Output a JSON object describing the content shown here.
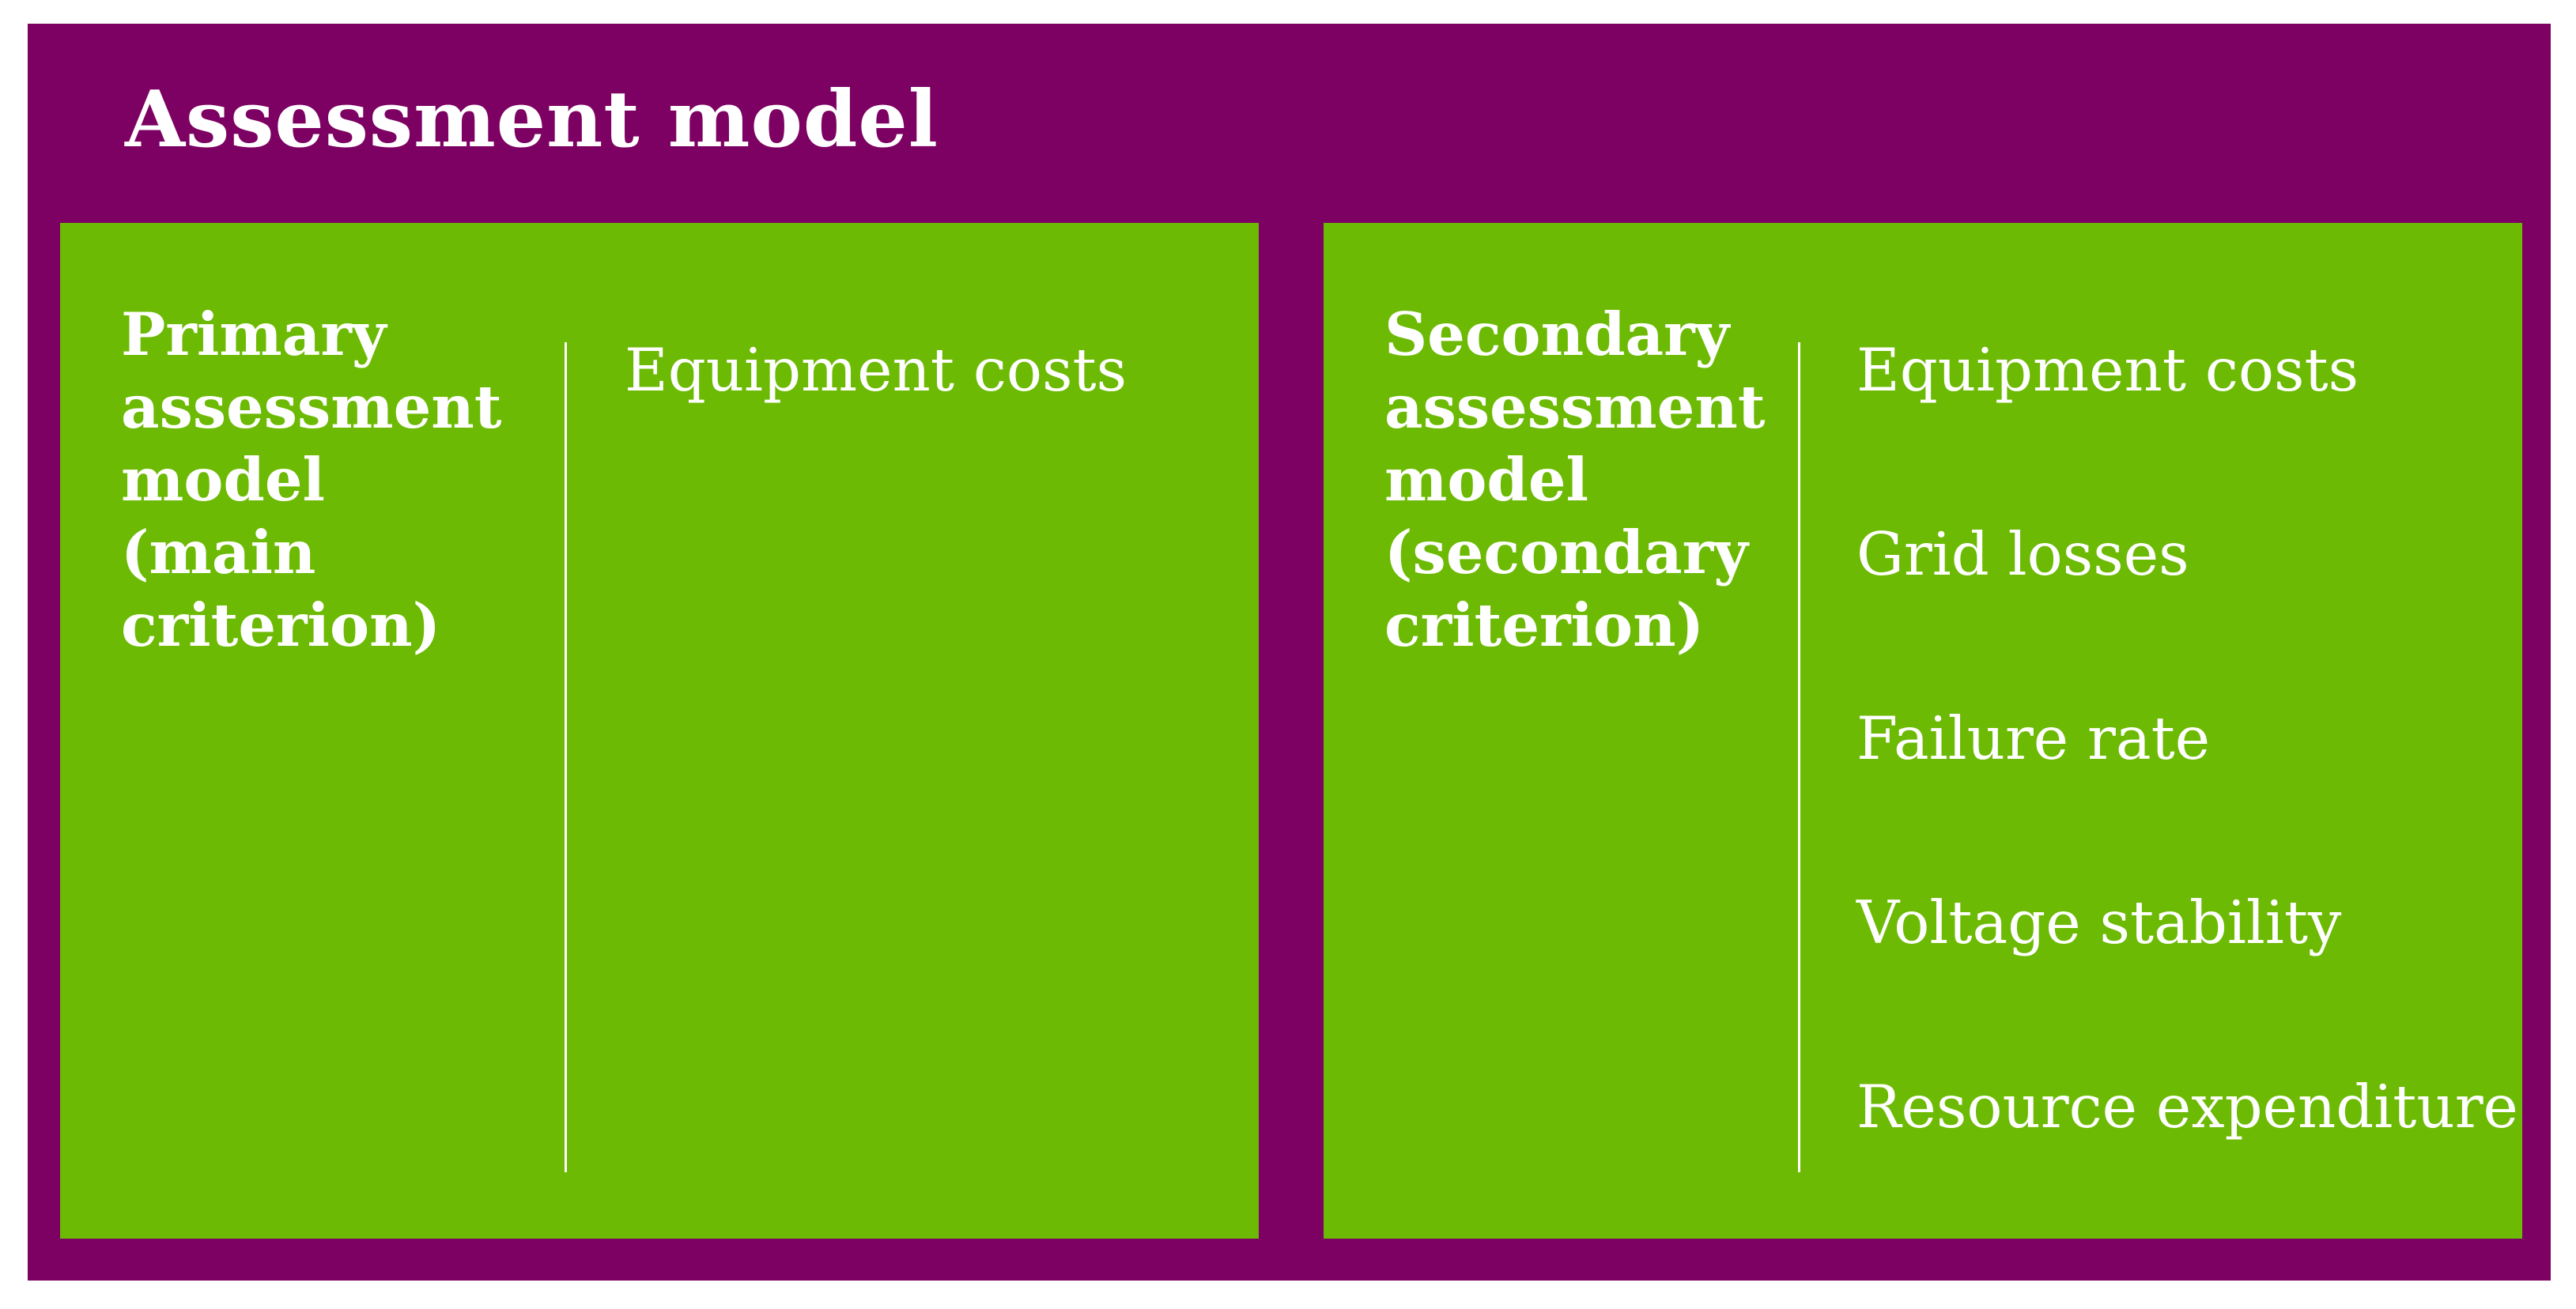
{
  "title": "Assessment model",
  "colors": {
    "purple": "#7D0162",
    "green": "#6CBA04",
    "text": "#FFFFFF",
    "page_bg": "#FFFFFF"
  },
  "panels": [
    {
      "label": "Primary\nassessment\nmodel\n(main\ncriterion)",
      "items": [
        "Equipment costs"
      ]
    },
    {
      "label": "Secondary\nassessment\nmodel\n(secondary\ncriterion)",
      "items": [
        "Equipment costs",
        "Grid losses",
        "Failure rate",
        "Voltage stability",
        "Resource expenditure"
      ]
    }
  ]
}
